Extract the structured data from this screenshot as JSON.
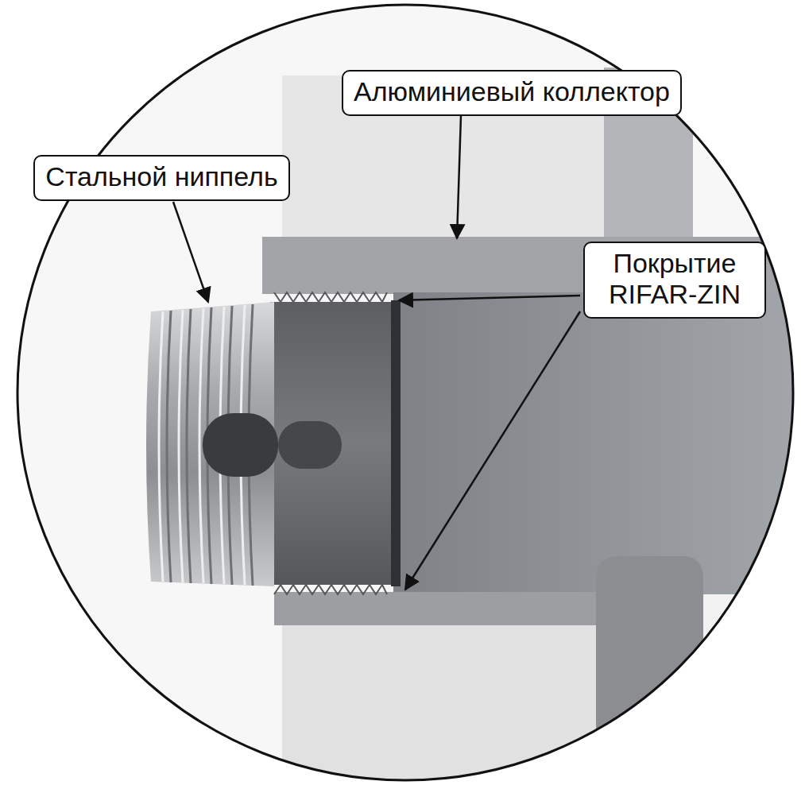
{
  "diagram": {
    "nodes": [
      {
        "text": [
          "Алюминиевый коллектор"
        ]
      },
      {
        "text": [
          "Стальной ниппель"
        ]
      },
      {
        "text": [
          "Покрытие RIFAR-ZIN"
        ]
      }
    ]
  }
}
